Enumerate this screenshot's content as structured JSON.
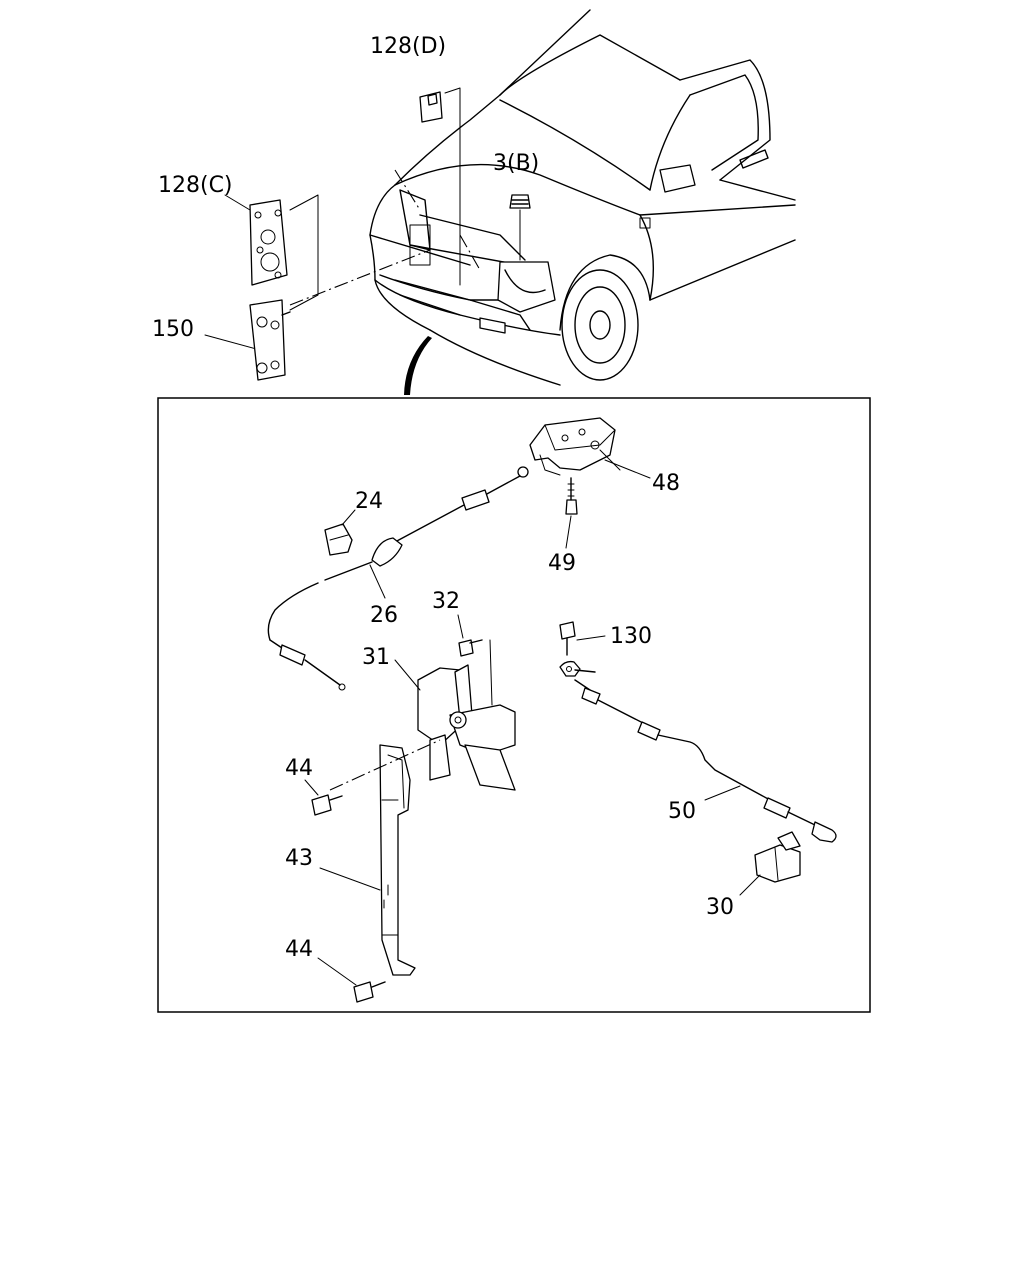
{
  "callouts": {
    "c128d": "128(D)",
    "c128c": "128(C)",
    "c3b": "3(B)",
    "c150": "150",
    "c24": "24",
    "c48": "48",
    "c49": "49",
    "c26": "26",
    "c32": "32",
    "c31": "31",
    "c130": "130",
    "c44a": "44",
    "c50": "50",
    "c43": "43",
    "c30": "30",
    "c44b": "44"
  }
}
